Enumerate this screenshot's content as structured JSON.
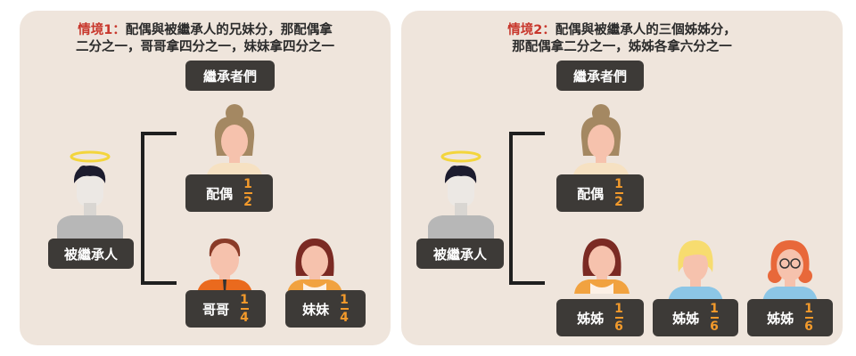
{
  "scenario1": {
    "title_prefix": "情境1：",
    "title_line1": "配偶與被繼承人的兄妹分，那配偶拿",
    "title_line2": "二分之一，哥哥拿四分之一，妹妹拿四分之一",
    "heirs_label": "繼承者們",
    "deceased_label": "被繼承人",
    "heirs": [
      {
        "label": "配偶",
        "num": "1",
        "den": "2"
      },
      {
        "label": "哥哥",
        "num": "1",
        "den": "4"
      },
      {
        "label": "妹妹",
        "num": "1",
        "den": "4"
      }
    ]
  },
  "scenario2": {
    "title_prefix": "情境2：",
    "title_line1": "配偶與被繼承人的三個姊姊分，",
    "title_line2": "那配偶拿二分之一，姊姊各拿六分之一",
    "heirs_label": "繼承者們",
    "deceased_label": "被繼承人",
    "heirs": [
      {
        "label": "配偶",
        "num": "1",
        "den": "2"
      },
      {
        "label": "姊姊",
        "num": "1",
        "den": "6"
      },
      {
        "label": "姊姊",
        "num": "1",
        "den": "6"
      },
      {
        "label": "姊姊",
        "num": "1",
        "den": "6"
      }
    ]
  },
  "colors": {
    "panel_bg": "#efe5dc",
    "pill_bg": "#3d3a37",
    "title_highlight": "#c8372c",
    "fraction": "#f39a2b"
  }
}
